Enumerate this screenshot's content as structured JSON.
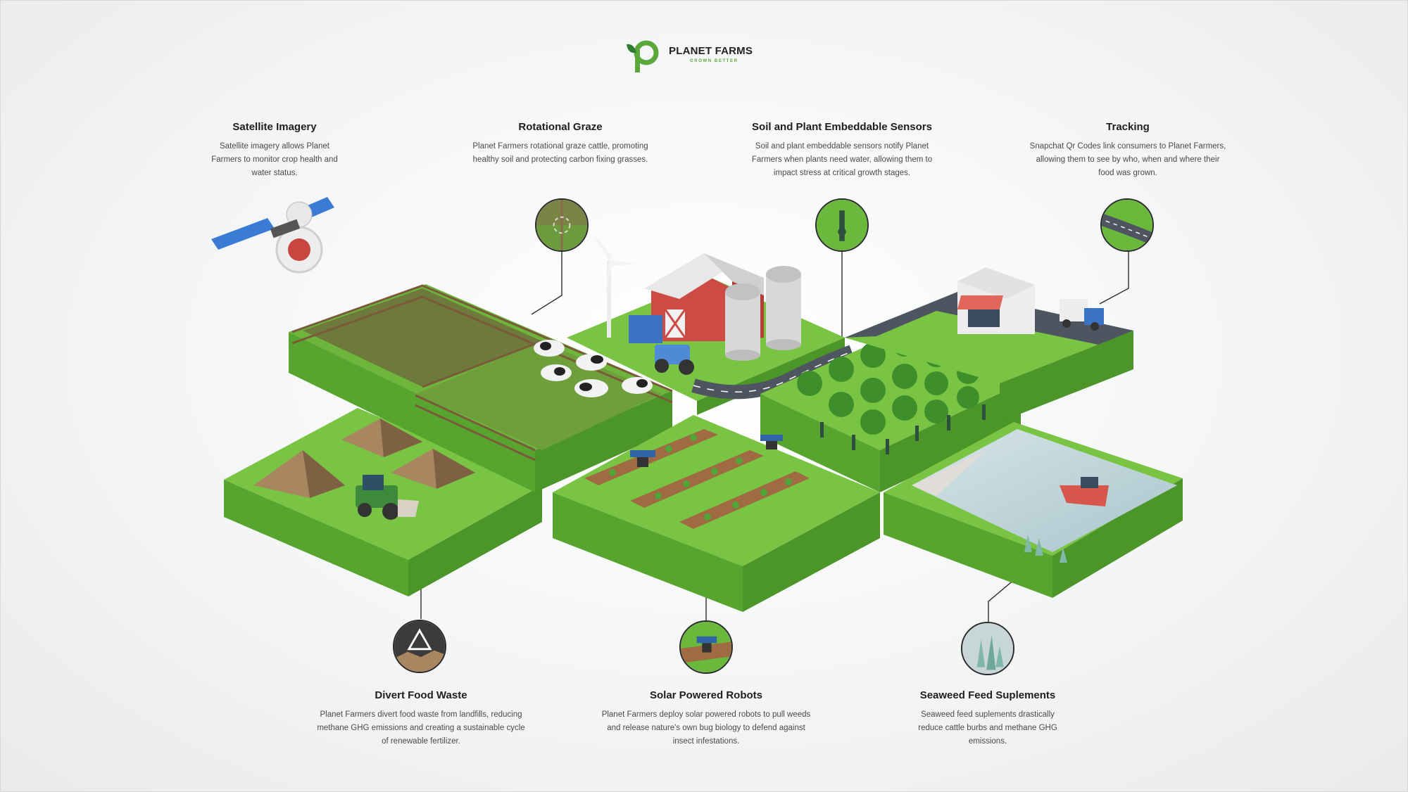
{
  "brand": {
    "name": "PLANET FARMS",
    "tagline": "GROWN BETTER",
    "colors": {
      "green": "#5aa83a",
      "dark": "#222222"
    }
  },
  "features": {
    "satellite": {
      "title": "Satellite Imagery",
      "description": "Satellite imagery allows Planet Farmers to monitor crop health and water status.",
      "icon": "satellite-icon"
    },
    "graze": {
      "title": "Rotational Graze",
      "description": "Planet Farmers rotational graze cattle, promoting healthy soil and protecting carbon fixing grasses.",
      "icon": "pasture-icon"
    },
    "sensors": {
      "title": "Soil and Plant Embeddable Sensors",
      "description": "Soil and plant embeddable sensors notify Planet Farmers when plants need water, allowing them to impact stress at critical growth stages.",
      "icon": "sensor-icon"
    },
    "tracking": {
      "title": "Tracking",
      "description": "Snapchat Qr Codes link consumers to Planet Farmers, allowing them to see by who, when and where their food was grown.",
      "icon": "road-icon"
    },
    "waste": {
      "title": "Divert Food Waste",
      "description": "Planet Farmers divert food waste from landfills, reducing methane GHG emissions and creating a sustainable cycle of renewable fertilizer.",
      "icon": "recycle-icon"
    },
    "robots": {
      "title": "Solar Powered Robots",
      "description": "Planet Farmers deploy solar powered robots to pull weeds and release nature's own bug biology to defend against insect infestations.",
      "icon": "solar-robot-icon"
    },
    "seaweed": {
      "title": "Seaweed Feed Suplements",
      "description": "Seaweed feed suplements drastically reduce cattle burbs and methane GHG emissions.",
      "icon": "seaweed-icon"
    }
  }
}
